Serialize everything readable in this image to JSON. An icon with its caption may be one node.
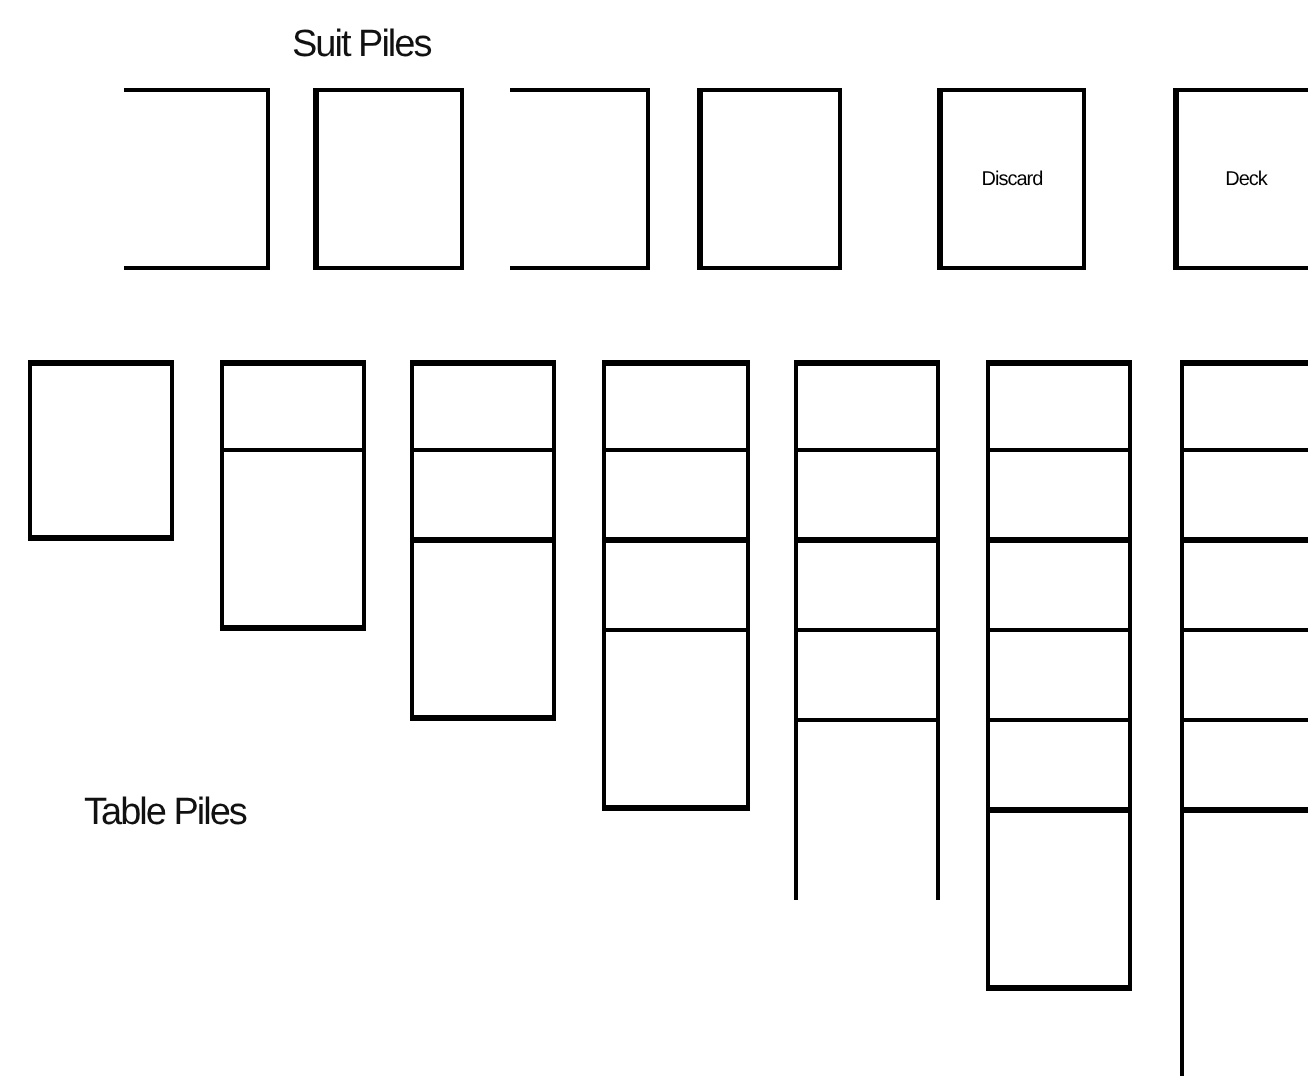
{
  "diagram": {
    "nodes": [
      {
        "text": [],
        "shape": "box"
      },
      {
        "text": [],
        "shape": "box"
      },
      {
        "text": [],
        "shape": "box"
      },
      {
        "text": [],
        "shape": "box"
      },
      {
        "text": [
          "Discard"
        ]
      },
      {
        "text": [
          "Deck"
        ]
      },
      {
        "text": [],
        "shape": "box"
      },
      {
        "text": [],
        "shape": "box"
      },
      {
        "text": [],
        "shape": "box"
      },
      {
        "text": [],
        "shape": "box"
      },
      {
        "text": [],
        "shape": "box"
      },
      {
        "text": [],
        "shape": "box"
      },
      {
        "text": [],
        "shape": "box"
      }
    ],
    "edges": [],
    "labels": [
      "Suit Piles",
      "Table Piles"
    ]
  }
}
